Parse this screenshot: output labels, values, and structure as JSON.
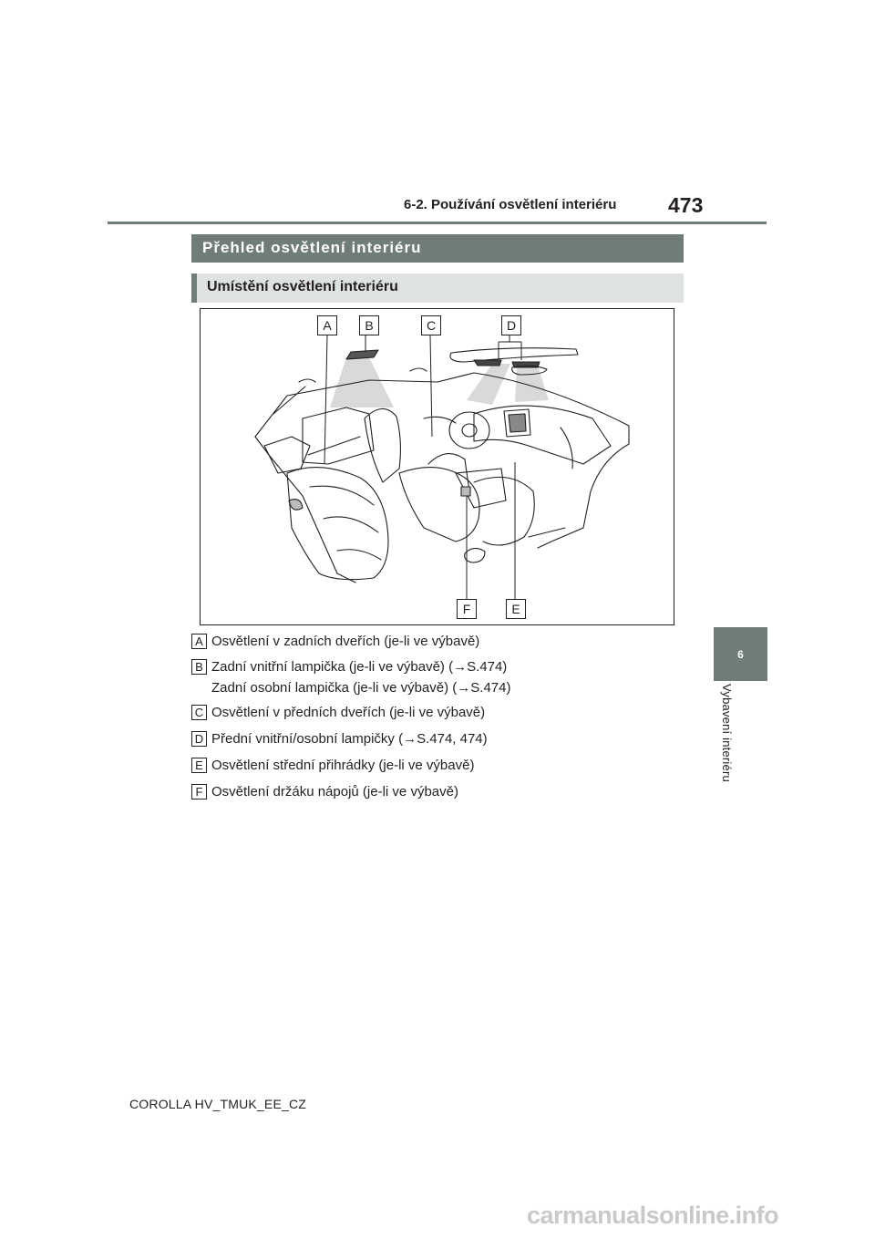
{
  "header": {
    "section": "6-2. Používání osvětlení interiéru",
    "page_number": "473"
  },
  "side_tab": {
    "number": "6",
    "chapter": "Vybavení interiéru"
  },
  "section_title": "Přehled osvětlení interiéru",
  "subsection_title": "Umístění osvětlení interiéru",
  "figure": {
    "callouts_top": [
      "A",
      "B",
      "C",
      "D"
    ],
    "callouts_bottom": [
      "F",
      "E"
    ]
  },
  "legend": [
    {
      "key": "A",
      "text": "Osvětlení v zadních dveřích (je-li ve výbavě)"
    },
    {
      "key": "B",
      "text": "Zadní vnitřní lampička (je-li ve výbavě) (→S.474)",
      "text2": "Zadní osobní lampička (je-li ve výbavě) (→S.474)"
    },
    {
      "key": "C",
      "text": "Osvětlení v předních dveřích (je-li ve výbavě)"
    },
    {
      "key": "D",
      "text": "Přední vnitřní/osobní lampičky (→S.474, 474)"
    },
    {
      "key": "E",
      "text": "Osvětlení střední přihrádky (je-li ve výbavě)"
    },
    {
      "key": "F",
      "text": "Osvětlení držáku nápojů (je-li ve výbavě)"
    }
  ],
  "footer": "COROLLA HV_TMUK_EE_CZ",
  "watermark": "carmanualsonline.info"
}
